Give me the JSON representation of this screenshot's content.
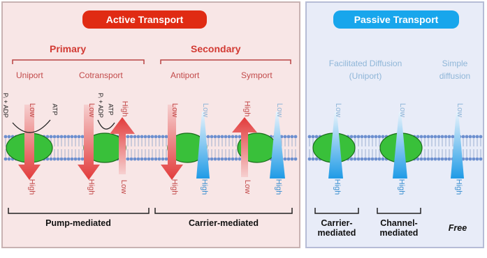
{
  "active": {
    "title": "Active Transport",
    "primary": {
      "heading": "Primary",
      "uniport": "Uniport",
      "cotransport": "Cotransport",
      "bottom": "Pump-mediated"
    },
    "secondary": {
      "heading": "Secondary",
      "antiport": "Antiport",
      "symport": "Symport",
      "bottom": "Carrier-mediated"
    }
  },
  "passive": {
    "title": "Passive Transport",
    "facilitated_line1": "Facilitated Diffusion",
    "facilitated_line2": "(Uniport)",
    "simple_line1": "Simple",
    "simple_line2": "diffusion",
    "carrier_line1": "Carrier-",
    "carrier_line2": "mediated",
    "channel_line1": "Channel-",
    "channel_line2": "mediated",
    "free": "Free"
  },
  "labels": {
    "low": "Low",
    "high": "High",
    "atp": "ATP",
    "adp": "Pᵢ + ADP"
  },
  "colors": {
    "red_arrow": "#e23b3b",
    "blue_arrow": "#1f9be6",
    "protein": "#39c03a",
    "lipid_head": "#6c8fcf"
  }
}
